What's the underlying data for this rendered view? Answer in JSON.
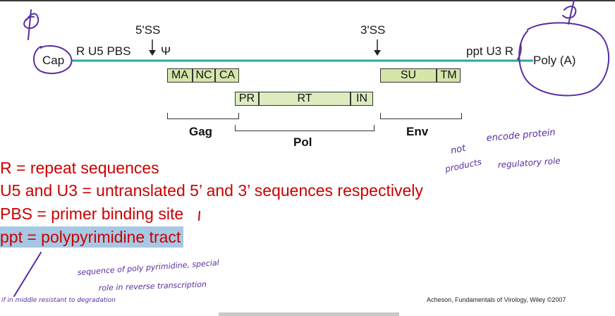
{
  "genome": {
    "cap": "Cap",
    "left_ltr": "R U5 PBS",
    "psi": "Ψ",
    "five_ss": "5'SS",
    "three_ss": "3'SS",
    "right_ltr": "ppt U3 R",
    "poly_a": "Poly (A)",
    "line_color": "#2aa8a0"
  },
  "gag": {
    "label": "Gag",
    "segments": [
      "MA",
      "NC",
      "CA"
    ]
  },
  "pol": {
    "label": "Pol",
    "segments": [
      "PR",
      "RT",
      "IN"
    ]
  },
  "env": {
    "label": "Env",
    "segments": [
      "SU",
      "TM"
    ]
  },
  "legend": {
    "line1": "R = repeat sequences",
    "line2": "U5 and U3 = untranslated 5’ and 3’ sequences respectively",
    "line3": "PBS = primer binding site",
    "line4": "ppt = polypyrimidine tract",
    "text_color": "#cc0000",
    "highlight_color": "#a6c8e4"
  },
  "credit": "Acheson, Fundamentals of Virology, Wiley ©2007",
  "annotations": {
    "ink_color": "#5a2ca0",
    "note_right": "not encode protein products regulatory role",
    "note_below": "sequence of poly pyrimidine, special role in reverse transcription",
    "note_bottom_left": "if in middle resistant to degradation"
  }
}
